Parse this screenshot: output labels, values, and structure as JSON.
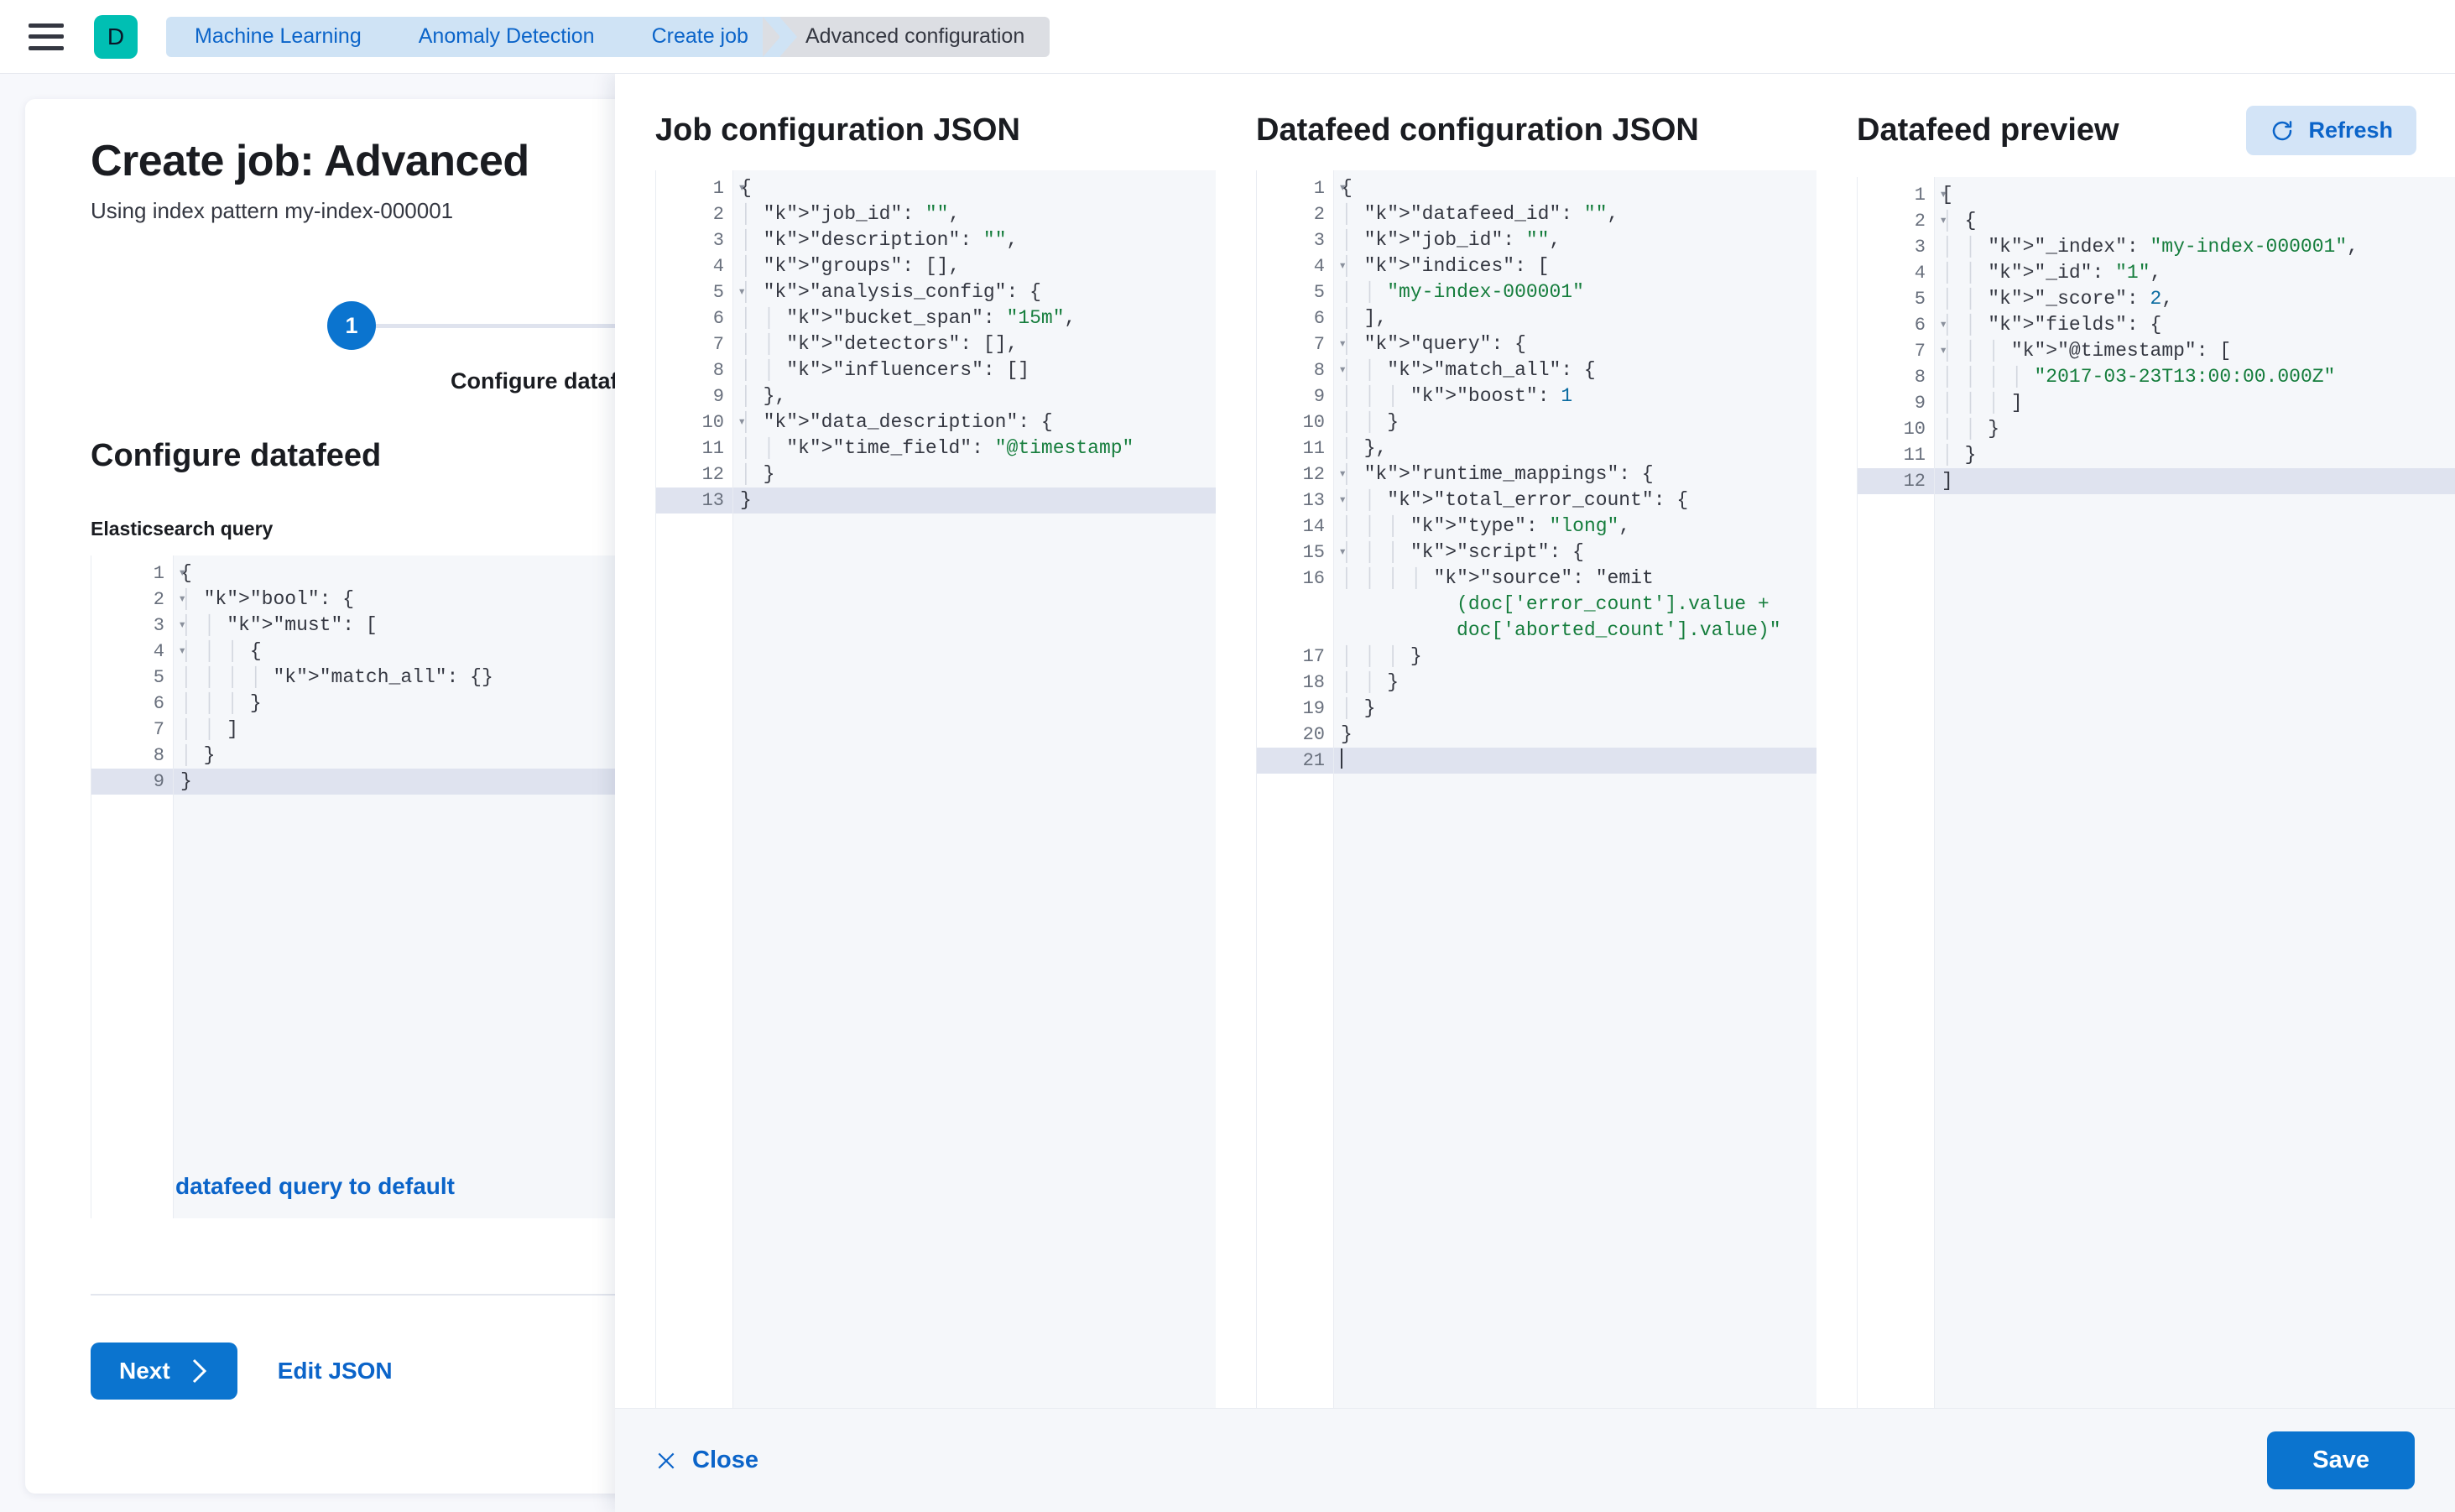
{
  "chrome": {
    "menu_icon": "hamburger-menu-icon",
    "logo_letter": "D",
    "breadcrumbs": [
      {
        "label": "Machine Learning",
        "current": false
      },
      {
        "label": "Anomaly Detection",
        "current": false
      },
      {
        "label": "Create job",
        "current": false
      },
      {
        "label": "Advanced configuration",
        "current": true
      }
    ]
  },
  "wizard": {
    "title": "Create job: Advanced",
    "subtitle": "Using index pattern my-index-000001",
    "step_number": "1",
    "step_label": "Configure datafeed",
    "section_heading": "Configure datafeed",
    "query_field_label": "Elasticsearch query",
    "reset_link": "Reset datafeed query to default",
    "next_label": "Next",
    "next_icon": "chevron-right-icon",
    "edit_json_label": "Edit JSON",
    "query_editor": {
      "lines": [
        {
          "n": "1",
          "fold": true,
          "text": "{"
        },
        {
          "n": "2",
          "fold": true,
          "text": "  \"bool\": {"
        },
        {
          "n": "3",
          "fold": true,
          "text": "    \"must\": ["
        },
        {
          "n": "4",
          "fold": true,
          "text": "      {"
        },
        {
          "n": "5",
          "fold": false,
          "text": "        \"match_all\": {}"
        },
        {
          "n": "6",
          "fold": false,
          "text": "      }"
        },
        {
          "n": "7",
          "fold": false,
          "text": "    ]"
        },
        {
          "n": "8",
          "fold": false,
          "text": "  }"
        },
        {
          "n": "9",
          "fold": false,
          "text": "}",
          "highlight": true
        }
      ]
    }
  },
  "flyout": {
    "job_config": {
      "title": "Job configuration JSON",
      "lines": [
        {
          "n": "1",
          "fold": true,
          "text": "{"
        },
        {
          "n": "2",
          "fold": false,
          "text": "  \"job_id\": \"\","
        },
        {
          "n": "3",
          "fold": false,
          "text": "  \"description\": \"\","
        },
        {
          "n": "4",
          "fold": false,
          "text": "  \"groups\": [],"
        },
        {
          "n": "5",
          "fold": true,
          "text": "  \"analysis_config\": {"
        },
        {
          "n": "6",
          "fold": false,
          "text": "    \"bucket_span\": \"15m\","
        },
        {
          "n": "7",
          "fold": false,
          "text": "    \"detectors\": [],"
        },
        {
          "n": "8",
          "fold": false,
          "text": "    \"influencers\": []"
        },
        {
          "n": "9",
          "fold": false,
          "text": "  },"
        },
        {
          "n": "10",
          "fold": true,
          "text": "  \"data_description\": {"
        },
        {
          "n": "11",
          "fold": false,
          "text": "    \"time_field\": \"@timestamp\""
        },
        {
          "n": "12",
          "fold": false,
          "text": "  }"
        },
        {
          "n": "13",
          "fold": false,
          "text": "}",
          "highlight": true
        }
      ]
    },
    "datafeed_config": {
      "title": "Datafeed configuration JSON",
      "lines": [
        {
          "n": "1",
          "fold": true,
          "text": "{"
        },
        {
          "n": "2",
          "fold": false,
          "text": "  \"datafeed_id\": \"\","
        },
        {
          "n": "3",
          "fold": false,
          "text": "  \"job_id\": \"\","
        },
        {
          "n": "4",
          "fold": true,
          "text": "  \"indices\": ["
        },
        {
          "n": "5",
          "fold": false,
          "text": "    \"my-index-000001\""
        },
        {
          "n": "6",
          "fold": false,
          "text": "  ],"
        },
        {
          "n": "7",
          "fold": true,
          "text": "  \"query\": {"
        },
        {
          "n": "8",
          "fold": true,
          "text": "    \"match_all\": {"
        },
        {
          "n": "9",
          "fold": false,
          "text": "      \"boost\": 1"
        },
        {
          "n": "10",
          "fold": false,
          "text": "    }"
        },
        {
          "n": "11",
          "fold": false,
          "text": "  },"
        },
        {
          "n": "12",
          "fold": true,
          "text": "  \"runtime_mappings\": {"
        },
        {
          "n": "13",
          "fold": true,
          "text": "    \"total_error_count\": {"
        },
        {
          "n": "14",
          "fold": false,
          "text": "      \"type\": \"long\","
        },
        {
          "n": "15",
          "fold": true,
          "text": "      \"script\": {"
        },
        {
          "n": "16",
          "fold": false,
          "text": "        \"source\": \"emit(doc['error_count'].value + doc['aborted_count'].value)\""
        },
        {
          "n": "17",
          "fold": false,
          "text": "      }"
        },
        {
          "n": "18",
          "fold": false,
          "text": "    }"
        },
        {
          "n": "19",
          "fold": false,
          "text": "  }"
        },
        {
          "n": "20",
          "fold": false,
          "text": "}"
        },
        {
          "n": "21",
          "fold": false,
          "text": "",
          "highlight": true,
          "caret": true
        }
      ]
    },
    "datafeed_preview": {
      "title": "Datafeed preview",
      "refresh_label": "Refresh",
      "refresh_icon": "refresh-icon",
      "lines": [
        {
          "n": "1",
          "fold": true,
          "text": "["
        },
        {
          "n": "2",
          "fold": true,
          "text": "  {"
        },
        {
          "n": "3",
          "fold": false,
          "text": "    \"_index\": \"my-index-000001\","
        },
        {
          "n": "4",
          "fold": false,
          "text": "    \"_id\": \"1\","
        },
        {
          "n": "5",
          "fold": false,
          "text": "    \"_score\": 2,"
        },
        {
          "n": "6",
          "fold": true,
          "text": "    \"fields\": {"
        },
        {
          "n": "7",
          "fold": true,
          "text": "      \"@timestamp\": ["
        },
        {
          "n": "8",
          "fold": false,
          "text": "        \"2017-03-23T13:00:00.000Z\""
        },
        {
          "n": "9",
          "fold": false,
          "text": "      ]"
        },
        {
          "n": "10",
          "fold": false,
          "text": "    }"
        },
        {
          "n": "11",
          "fold": false,
          "text": "  }"
        },
        {
          "n": "12",
          "fold": false,
          "text": "]",
          "highlight": true
        }
      ]
    },
    "footer": {
      "close_label": "Close",
      "close_icon": "close-x-icon",
      "save_label": "Save"
    }
  },
  "colors": {
    "brand_teal": "#00bfb3",
    "primary_blue": "#0b74cf",
    "link_blue": "#0b64c9",
    "json_key": "#0a6ba0",
    "json_string": "#157d3c",
    "highlight_row": "#dfe3ef"
  }
}
